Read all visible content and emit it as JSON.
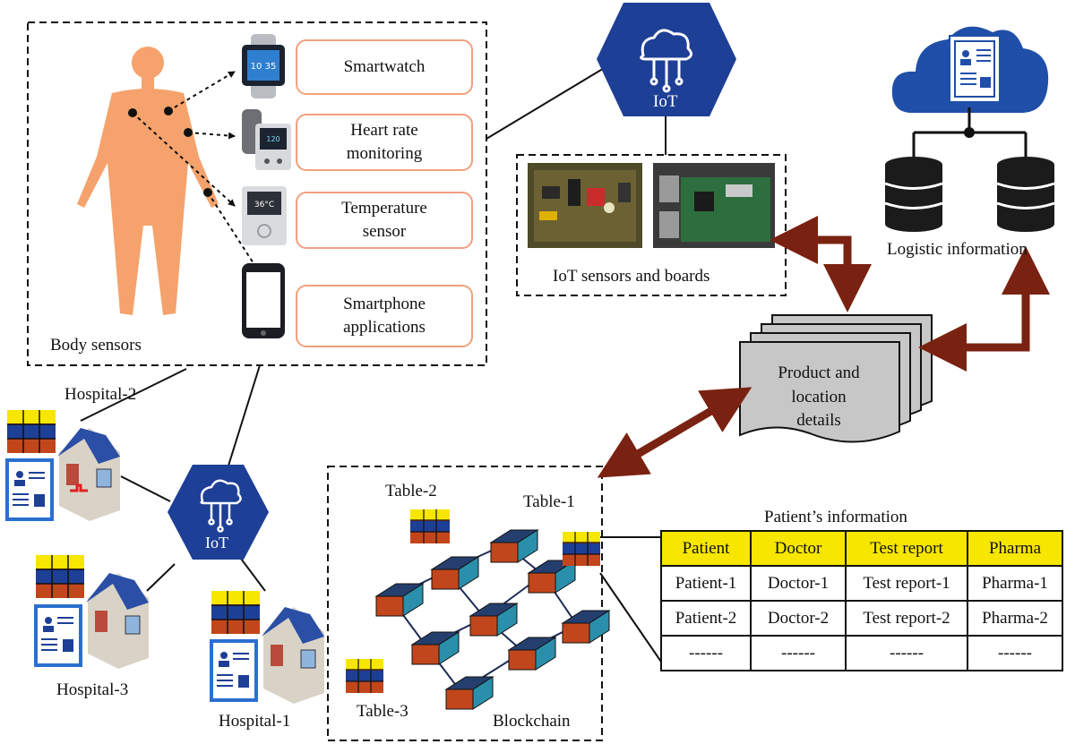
{
  "body_sensors": {
    "title": "Body sensors",
    "devices": [
      {
        "label_lines": [
          "Smartwatch"
        ],
        "icon": "smartwatch-icon",
        "screen_text": "10 35"
      },
      {
        "label_lines": [
          "Heart rate",
          "monitoring"
        ],
        "icon": "blood-pressure-monitor-icon",
        "screen_text": "120"
      },
      {
        "label_lines": [
          "Temperature",
          "sensor"
        ],
        "icon": "thermometer-device-icon",
        "screen_text": "36°C"
      },
      {
        "label_lines": [
          "Smartphone",
          "applications"
        ],
        "icon": "smartphone-icon"
      }
    ]
  },
  "iot_top": {
    "label": "IoT",
    "icon": "iot-cloud-hexagon-icon"
  },
  "iot_bottom": {
    "label": "IoT",
    "icon": "iot-cloud-hexagon-icon"
  },
  "iot_sensors": {
    "caption": "IoT sensors and boards",
    "icons": [
      "sensor-board-photo",
      "raspberry-pi-board-photo"
    ]
  },
  "logistic": {
    "caption": "Logistic information",
    "icons": [
      "cloud-document-icon",
      "database-icon",
      "database-icon"
    ]
  },
  "product": {
    "lines": [
      "Product and",
      "location",
      "details"
    ],
    "icon": "stacked-documents-icon"
  },
  "hospitals": [
    "Hospital-1",
    "Hospital-2",
    "Hospital-3"
  ],
  "blockchain": {
    "label": "Blockchain",
    "tables": [
      "Table-1",
      "Table-2",
      "Table-3"
    ],
    "icon": "blockchain-network-icon"
  },
  "patient_info": {
    "title": "Patient’s information",
    "headers": [
      "Patient",
      "Doctor",
      "Test report",
      "Pharma"
    ],
    "rows": [
      [
        "Patient-1",
        "Doctor-1",
        "Test report-1",
        "Pharma-1"
      ],
      [
        "Patient-2",
        "Doctor-2",
        "Test report-2",
        "Pharma-2"
      ],
      [
        "------",
        "------",
        "------",
        "------"
      ]
    ]
  },
  "colors": {
    "iot_hex": "#1e3f96",
    "cloud": "#1f4fa8",
    "arrow": "#7a2211",
    "sensor_border": "#f2a07c",
    "body": "#f5a26c",
    "table_header": "#f6e600",
    "block_face": "#243f6e",
    "block_side": "#2a8faa",
    "block_front": "#c2461c",
    "hospital_roof": "#2b4fa5"
  }
}
